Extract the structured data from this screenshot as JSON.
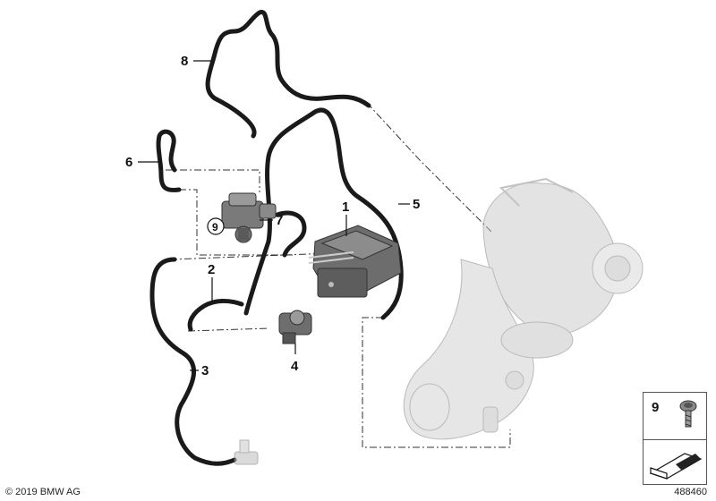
{
  "callouts": [
    {
      "id": "1",
      "label": "1"
    },
    {
      "id": "2",
      "label": "2"
    },
    {
      "id": "3",
      "label": "3"
    },
    {
      "id": "4",
      "label": "4"
    },
    {
      "id": "5",
      "label": "5"
    },
    {
      "id": "6",
      "label": "6"
    },
    {
      "id": "7",
      "label": "7"
    },
    {
      "id": "8",
      "label": "8"
    },
    {
      "id": "9",
      "label": "9"
    }
  ],
  "legend": {
    "item_number": "9"
  },
  "footer": {
    "copyright": "© 2019 BMW AG",
    "diagram_id": "488460"
  }
}
